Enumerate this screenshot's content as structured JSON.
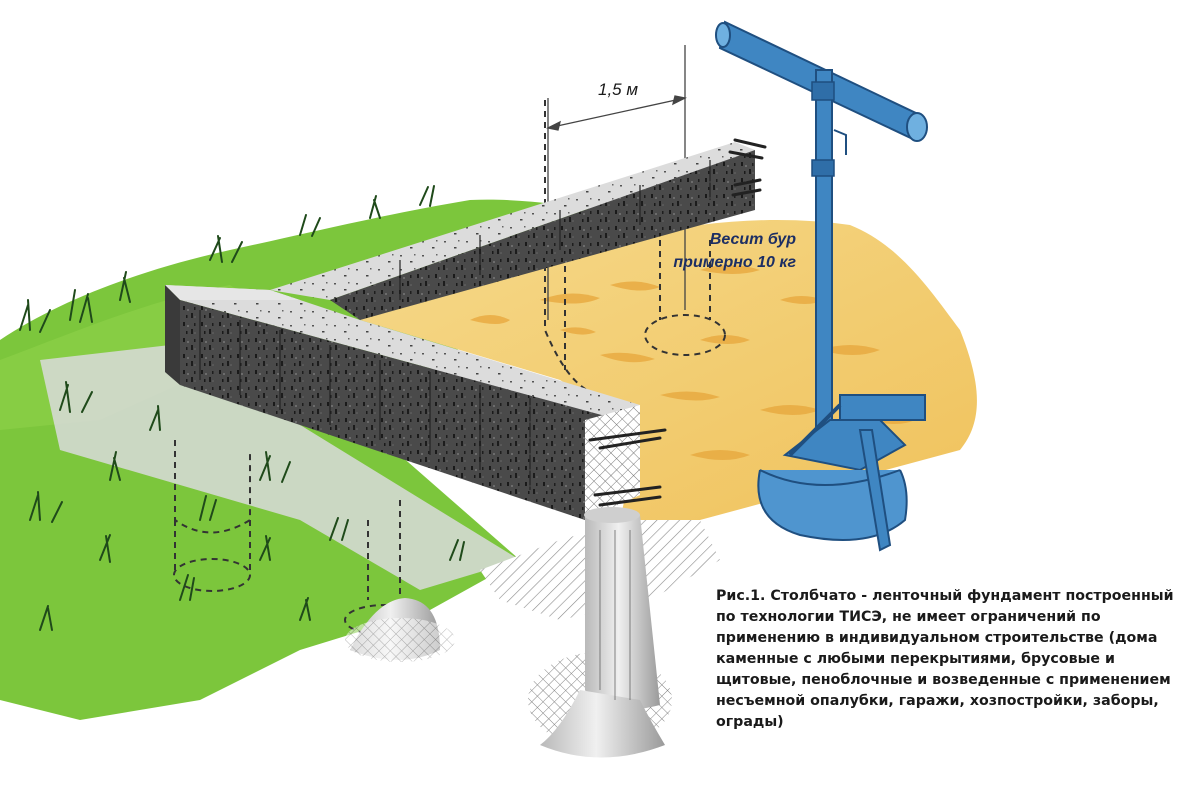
{
  "diagram": {
    "dimension_label": "1,5 м",
    "auger_note": {
      "line1": "Весит бур",
      "line2": "примерно 10 кг"
    },
    "caption": "Рис.1. Столбчато - ленточный фундамент построенный по технологии ТИСЭ, не имеет ограничений по применению в индивидуальном строительстве (дома каменные с любыми перекрытиями, брусовые и щитовые, пеноблочные и возведенные с применением несъемной опалубки, гаражи, хозпостройки, заборы, ограды)",
    "colors": {
      "grass": "#7cc63c",
      "sand": "#f2cb72",
      "concrete_top": "#dcdcdc",
      "concrete_front": "#4a4a4a",
      "auger": "#3f86c2",
      "note_text": "#1c2e63"
    },
    "icons": [
      "auger-tool-icon",
      "grass-tuft-icon",
      "rebar-icon",
      "pile-icon"
    ]
  }
}
